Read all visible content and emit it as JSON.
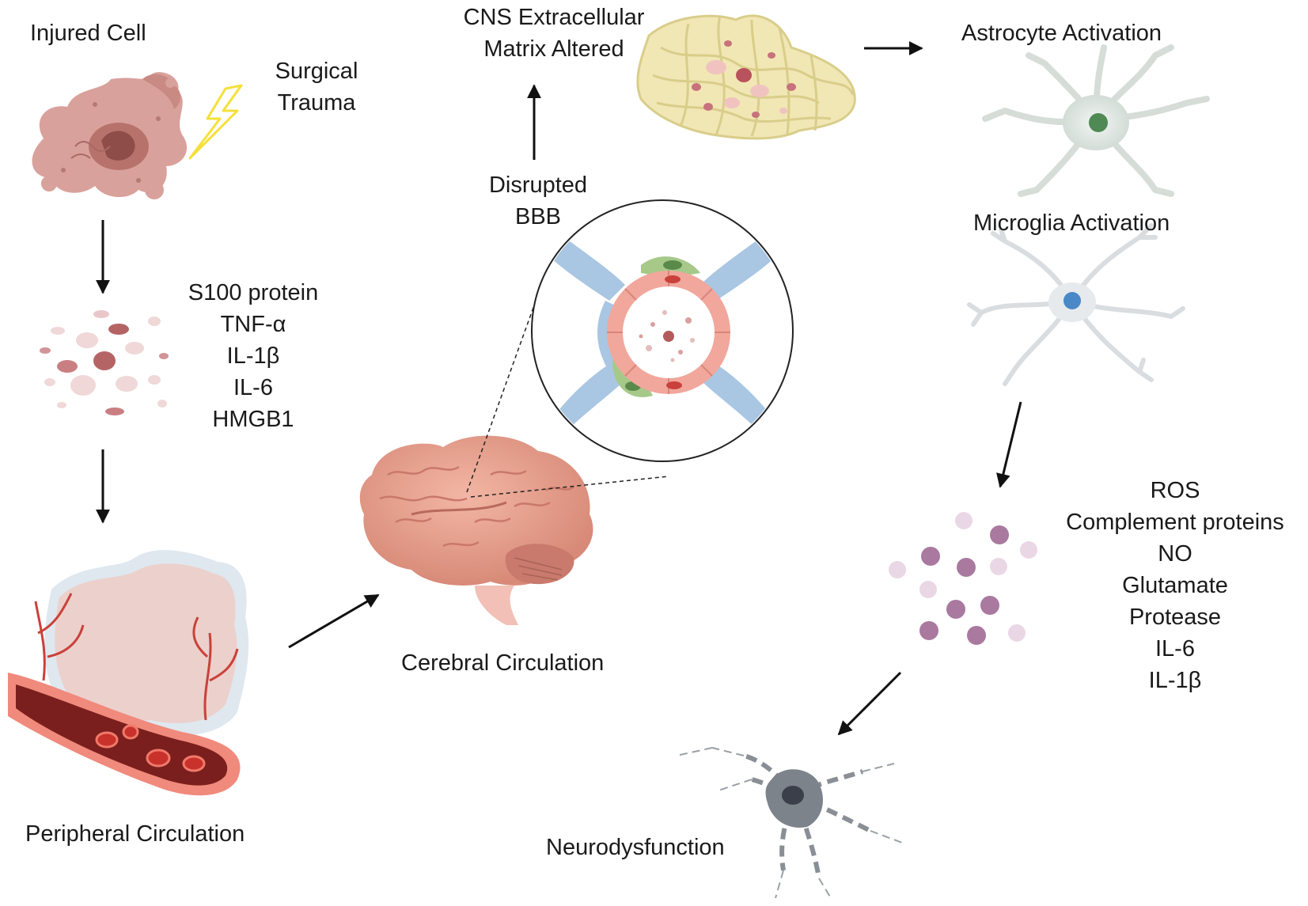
{
  "labels": {
    "injured_cell": "Injured Cell",
    "surgical_trauma_1": "Surgical",
    "surgical_trauma_2": "Trauma",
    "cns_ecm_1": "CNS Extracellular",
    "cns_ecm_2": "Matrix Altered",
    "astrocyte_activation": "Astrocyte Activation",
    "microglia_activation": "Microglia Activation",
    "disrupted_bbb_1": "Disrupted",
    "disrupted_bbb_2": "BBB",
    "cerebral_circulation": "Cerebral Circulation",
    "peripheral_circulation": "Peripheral Circulation",
    "neurodysfunction": "Neurodysfunction"
  },
  "peripheral_mediators": [
    "S100 protein",
    "TNF-α",
    "IL-1β",
    "IL-6",
    "HMGB1"
  ],
  "central_mediators": [
    "ROS",
    "Complement proteins",
    "NO",
    "Glutamate",
    "Protease",
    "IL-6",
    "IL-1β"
  ],
  "colors": {
    "injured_cell": "#c98e88",
    "brain": "#e8a493",
    "vessel": "#b8352e",
    "matrix": "#f1e7b5",
    "bbb_blue": "#a9c6e2",
    "bbb_green": "#a6c98a",
    "astrocyte_nucleus": "#4f8a55",
    "microglia_nucleus": "#4a88c8",
    "mediator_purple": "#a9799f",
    "lightning": "#f5e03a"
  }
}
